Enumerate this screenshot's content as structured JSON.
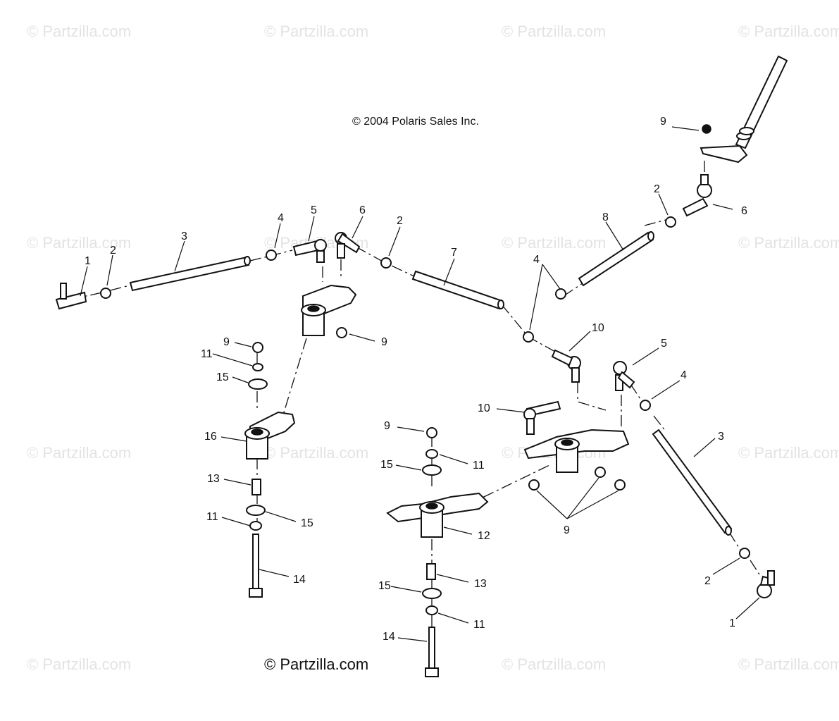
{
  "copyright": "© 2004 Polaris Sales Inc.",
  "watermark_text": "© Partzilla.com",
  "brand_mark": "© Partzilla.com",
  "callouts": {
    "c1_left": "1",
    "c2_left": "2",
    "c3_left": "3",
    "c4_top": "4",
    "c5_top": "5",
    "c6_top": "6",
    "c2_mid": "2",
    "c7": "7",
    "c4_mid": "4",
    "c8": "8",
    "c9_top": "9",
    "c2_right": "2",
    "c6_right": "6",
    "c9_left": "9",
    "c11_left": "11",
    "c15_left": "15",
    "c9_mid": "9",
    "c16": "16",
    "c13_left": "13",
    "c11_lower": "11",
    "c15_lower": "15",
    "c14_left": "14",
    "c10_upper": "10",
    "c10_lower": "10",
    "c5_right": "5",
    "c4_right": "4",
    "c3_right": "3",
    "c9_center": "9",
    "c11_center": "11",
    "c15_center": "15",
    "c12": "12",
    "c13_center": "13",
    "c15_bottom": "15",
    "c11_bottom": "11",
    "c14_bottom": "14",
    "c9_bracket": "9",
    "c2_bottom": "2",
    "c1_bottom": "1"
  }
}
